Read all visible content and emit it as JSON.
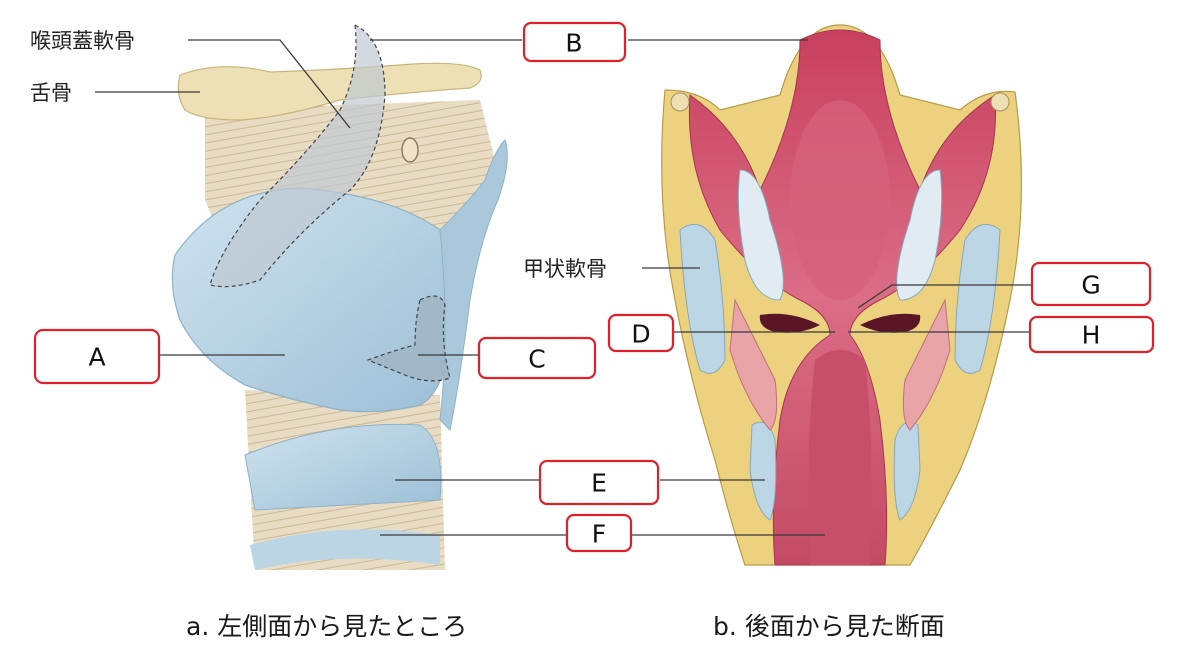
{
  "labels": {
    "epiglottis": "喉頭蓋軟骨",
    "hyoid": "舌骨",
    "thyroid": "甲状軟骨"
  },
  "answer_boxes": [
    "A",
    "B",
    "C",
    "D",
    "E",
    "F",
    "G",
    "H"
  ],
  "captions": {
    "a": "a. 左側面から見たところ",
    "b": "b. 後面から見た断面"
  },
  "colors": {
    "box_border": "#e0202a",
    "cartilage_blue": "#bcd6e6",
    "mucosa_pink": "#d9546e",
    "bone_cream": "#ece0b4",
    "fat_yellow": "#ecd27e"
  }
}
